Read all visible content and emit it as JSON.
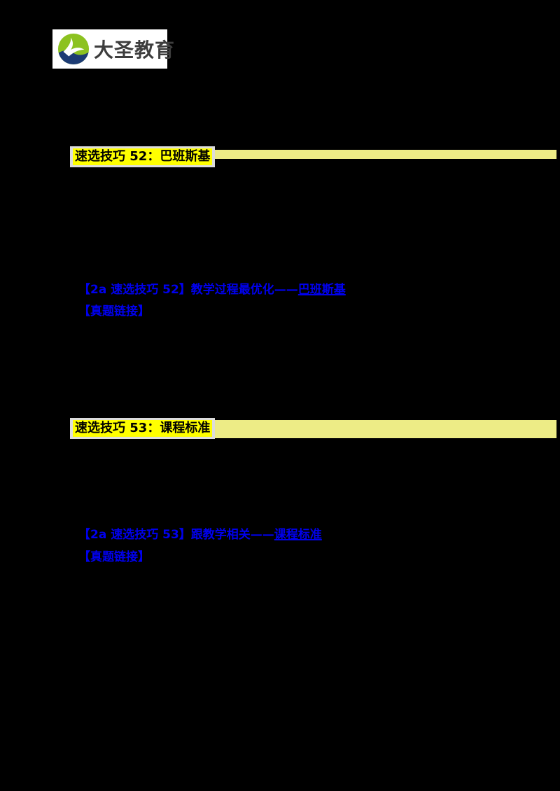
{
  "page": {
    "background": "#000000"
  },
  "logo": {
    "brand": "大圣教育",
    "colors": {
      "circle_top_green": "#8cc220",
      "circle_bottom_navy": "#1c3b74",
      "bird_white": "#ffffff",
      "brand_text": "#3d3d3d",
      "box_background": "#ffffff"
    }
  },
  "colors": {
    "highlight_bright_yellow": "#ffff00",
    "highlight_pale_yellow": "#edec86",
    "heading_shading_gray": "#dcdcdc",
    "link_blue": "#0000ee",
    "heading_text": "#000000"
  },
  "sections": [
    {
      "heading": "速选技巧 52：巴班斯基",
      "link": {
        "prefix": "【2a 速选技巧 52】",
        "concept": "教学过程最优化",
        "dash": "——",
        "target": "巴班斯基"
      },
      "exam_link": "【真题链接】"
    },
    {
      "heading": "速选技巧 53：课程标准",
      "link": {
        "prefix": "【2a 速选技巧 53】",
        "concept": "跟教学相关",
        "dash": "——",
        "target": "课程标准"
      },
      "exam_link": "【真题链接】"
    }
  ]
}
